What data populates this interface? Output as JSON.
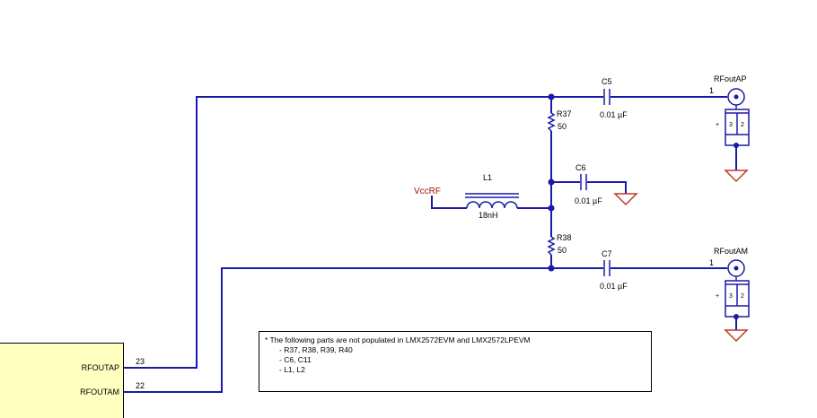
{
  "ic": {
    "pins": [
      {
        "name": "RFOUTAP",
        "number": "23"
      },
      {
        "name": "RFOUTAM",
        "number": "22"
      }
    ]
  },
  "components": {
    "c5": {
      "ref": "C5",
      "value": "0.01 µF"
    },
    "c6": {
      "ref": "C6",
      "value": "0.01 µF"
    },
    "c7": {
      "ref": "C7",
      "value": "0.01 µF"
    },
    "r37": {
      "ref": "R37",
      "value": "50"
    },
    "r38": {
      "ref": "R38",
      "value": "50"
    },
    "l1": {
      "ref": "L1",
      "value": "18nH"
    },
    "vcc": {
      "label": "VccRF"
    }
  },
  "connectors": {
    "top": {
      "label": "RFoutAP",
      "pin": "1"
    },
    "bottom": {
      "label": "RFoutAM",
      "pin": "1"
    },
    "pin_labels": [
      "+",
      "3",
      "2"
    ]
  },
  "note": {
    "heading": "* The following parts are not populated in LMX2572EVM and LMX2572LPEVM",
    "items": [
      "- R37, R38, R39, R40",
      "- C6, C11",
      "- L1, L2"
    ]
  },
  "colors": {
    "wire": "#1a1aa8",
    "ground": "#c0392b",
    "ic_fill": "#ffffc0",
    "vcc": "#a01010"
  }
}
